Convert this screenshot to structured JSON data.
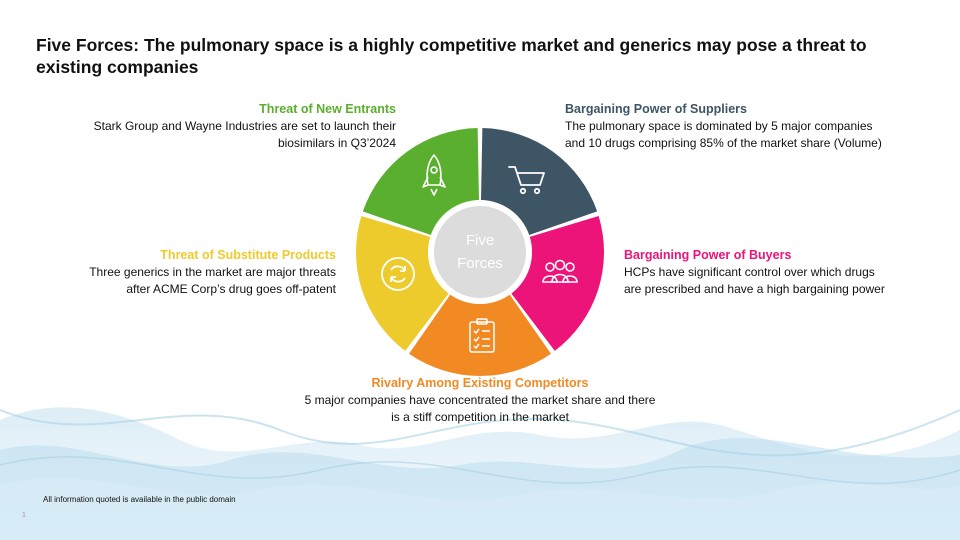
{
  "title": "Five Forces: The pulmonary space is a highly competitive market and generics may pose a threat to existing companies",
  "center_label": {
    "line1": "Five",
    "line2": "Forces"
  },
  "forces": {
    "new_entrants": {
      "heading": "Threat of New Entrants",
      "line1": "Stark Group and Wayne Industries are set to launch their",
      "line2": "biosimilars in Q3’2024",
      "color": "#5aaf2e",
      "icon": "rocket-icon"
    },
    "suppliers": {
      "heading": "Bargaining Power of Suppliers",
      "line1": "The pulmonary space is dominated by 5 major companies",
      "line2": "and 10 drugs comprising 85% of the market share (Volume)",
      "color": "#3e5566",
      "icon": "shopping-cart-icon"
    },
    "buyers": {
      "heading": "Bargaining Power of Buyers",
      "line1": "HCPs have significant control over which drugs",
      "line2": "are prescribed and have a high bargaining power",
      "color": "#ec1379",
      "icon": "people-icon"
    },
    "rivalry": {
      "heading": "Rivalry Among Existing Competitors",
      "line1": "5 major companies have concentrated the market share and there",
      "line2": "is a stiff competition in the market",
      "color": "#f28a24",
      "icon": "checklist-icon"
    },
    "substitutes": {
      "heading": "Threat of Substitute Products",
      "line1": "Three generics in the market are major threats",
      "line2": "after ACME Corp’s drug goes off-patent",
      "color": "#eecb2c",
      "icon": "cycle-icon"
    }
  },
  "footnote": "All information quoted is available in the public domain",
  "page_number": "1"
}
